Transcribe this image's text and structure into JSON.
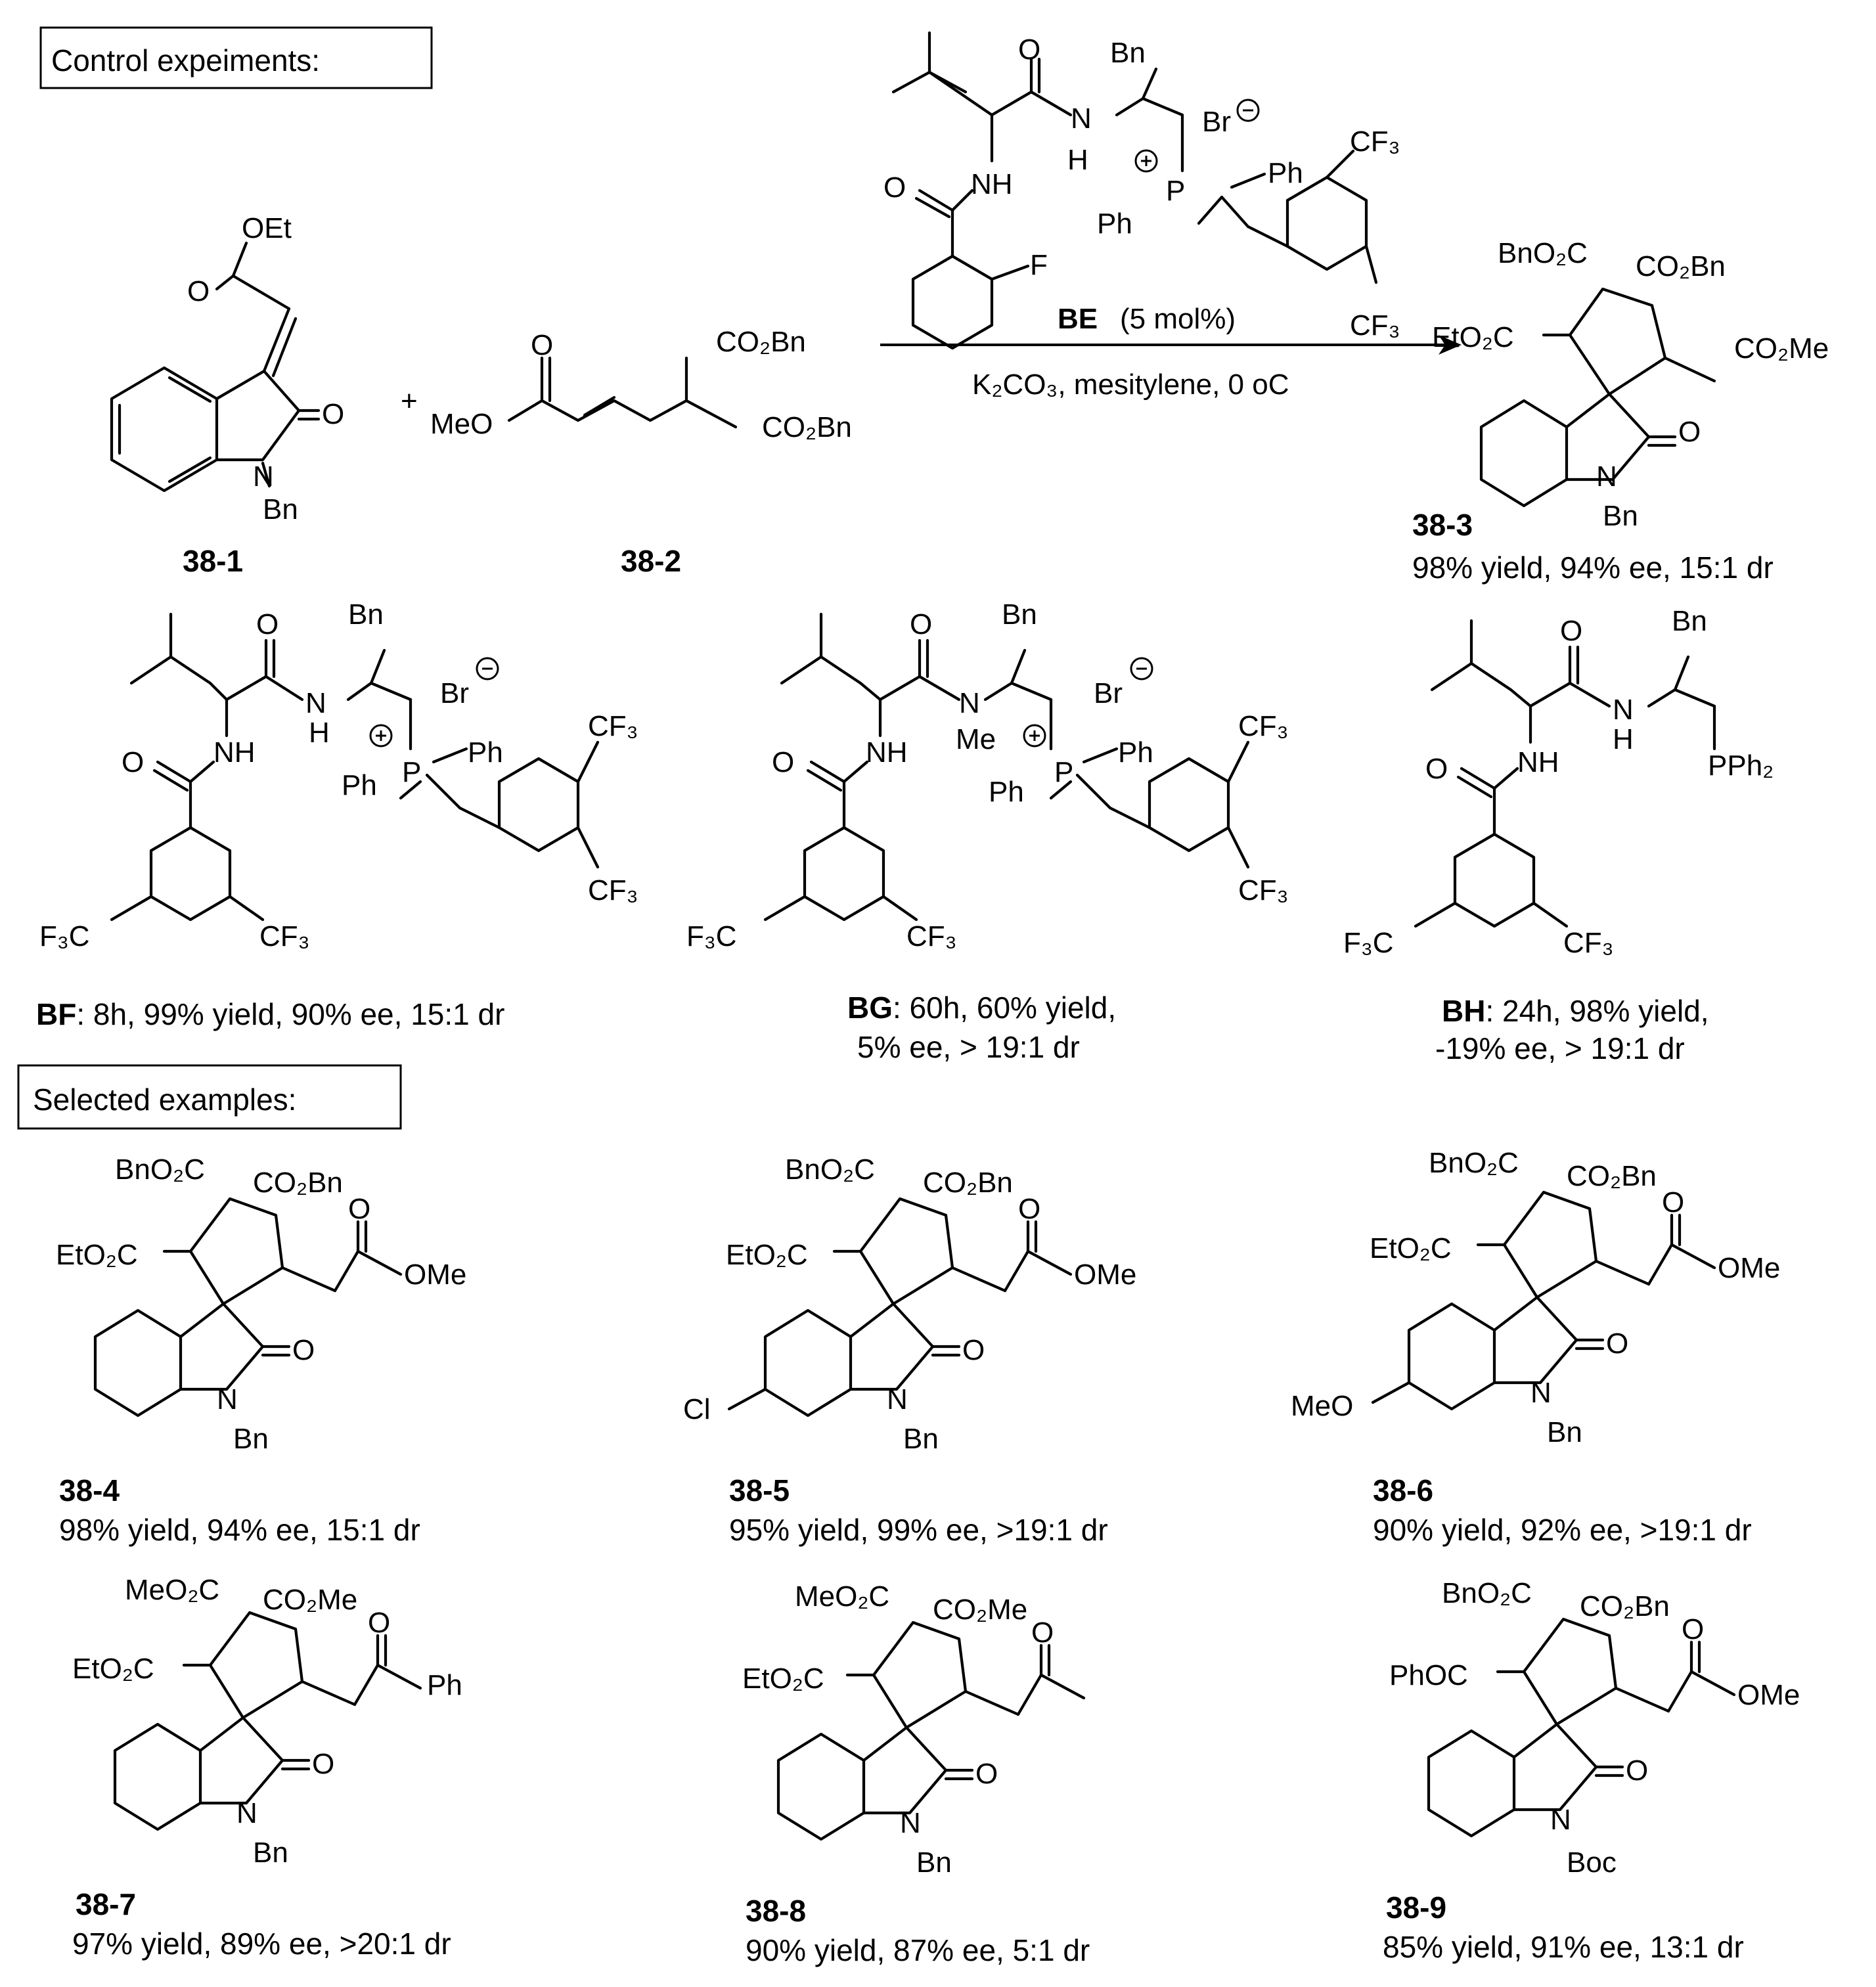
{
  "sections": {
    "control_title": "Control expeiments:",
    "selected_title": "Selected examples:"
  },
  "reaction": {
    "catalyst_label": "BE",
    "catalyst_loading": "(5 mol%)",
    "conditions": "K₂CO₃, mesitylene, 0 oC",
    "plus": "+"
  },
  "compounds": {
    "c38_1": {
      "id": "38-1"
    },
    "c38_2": {
      "id": "38-2"
    },
    "c38_3": {
      "id": "38-3",
      "result": "98% yield, 94% ee, 15:1 dr"
    },
    "BF": {
      "id": "BF",
      "result": ": 8h, 99% yield, 90% ee, 15:1 dr"
    },
    "BG": {
      "id": "BG",
      "result1": ": 60h, 60% yield,",
      "result2": "5% ee, > 19:1 dr"
    },
    "BH": {
      "id": "BH",
      "result1": ": 24h, 98% yield,",
      "result2": "-19% ee, > 19:1 dr"
    },
    "c38_4": {
      "id": "38-4",
      "result": "98% yield, 94% ee, 15:1 dr"
    },
    "c38_5": {
      "id": "38-5",
      "result": "95% yield, 99% ee, >19:1 dr"
    },
    "c38_6": {
      "id": "38-6",
      "result": "90% yield, 92% ee, >19:1 dr"
    },
    "c38_7": {
      "id": "38-7",
      "result": "97% yield, 89% ee, >20:1 dr"
    },
    "c38_8": {
      "id": "38-8",
      "result": "90% yield, 87% ee, 5:1 dr"
    },
    "c38_9": {
      "id": "38-9",
      "result": "85% yield, 91% ee, 13:1 dr"
    }
  },
  "atom_labels": {
    "OEt": "OEt",
    "O": "O",
    "N": "N",
    "Bn": "Bn",
    "MeO": "MeO",
    "CO2Bn": "CO₂Bn",
    "BnO2C": "BnO₂C",
    "EtO2C": "EtO₂C",
    "CO2Me": "CO₂Me",
    "MeO2C": "MeO₂C",
    "OMe": "OMe",
    "Ph": "Ph",
    "PhOC": "PhOC",
    "Boc": "Boc",
    "Cl": "Cl",
    "F": "F",
    "NH": "NH",
    "H": "H",
    "Br": "Br",
    "P": "P",
    "CF3": "CF₃",
    "F3C": "F₃C",
    "Me": "Me",
    "PPh2": "PPh₂"
  }
}
